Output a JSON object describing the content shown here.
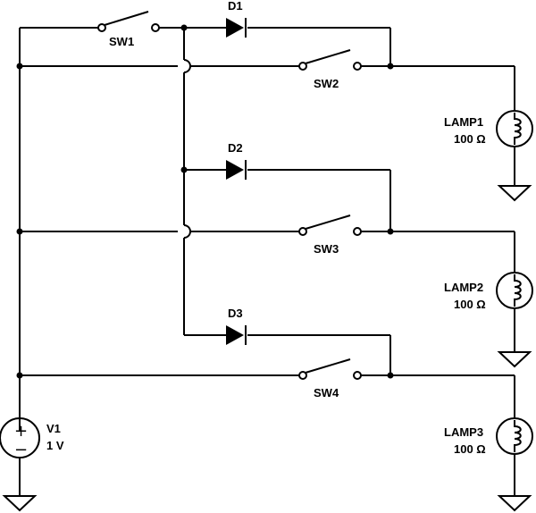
{
  "components": {
    "sw1": "SW1",
    "sw2": "SW2",
    "sw3": "SW3",
    "sw4": "SW4",
    "d1": "D1",
    "d2": "D2",
    "d3": "D3",
    "v1": {
      "name": "V1",
      "value": "1 V",
      "plus": "+",
      "minus": "−"
    },
    "lamp1": {
      "name": "LAMP1",
      "value": "100 Ω"
    },
    "lamp2": {
      "name": "LAMP2",
      "value": "100 Ω"
    },
    "lamp3": {
      "name": "LAMP3",
      "value": "100 Ω"
    }
  }
}
